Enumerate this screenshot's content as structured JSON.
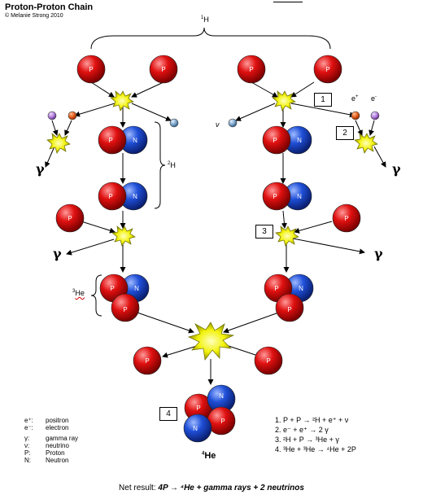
{
  "header": {
    "title": "Proton-Proton Chain",
    "copyright": "© Melanie Strong 2010"
  },
  "labels": {
    "h1": "H",
    "h1_mass": "1",
    "h2": "H",
    "h2_mass": "2",
    "he3": "He",
    "he3_mass": "3",
    "he4": "He",
    "he4_mass": "4",
    "gamma": "γ",
    "positron": "e",
    "positron_sign": "+",
    "electron": "e",
    "electron_sign": "-",
    "neutrino": "ν"
  },
  "particles": {
    "proton": "P",
    "neutron": "N"
  },
  "steps": [
    "1",
    "2",
    "3",
    "4"
  ],
  "legend": [
    {
      "key": "e⁺:",
      "value": "positron"
    },
    {
      "key": "e⁻:",
      "value": "electron"
    },
    {
      "key": "γ:",
      "value": "gamma ray"
    },
    {
      "key": "ν:",
      "value": "neutrino"
    },
    {
      "key": "P:",
      "value": "Proton"
    },
    {
      "key": "N:",
      "value": "Neutron"
    }
  ],
  "equations": [
    "1.  P + P → ²H + e⁺ + ν",
    "2.  e⁻ + e⁺ → 2 γ",
    "3.  ²H + P → ³He + γ",
    "4.  ³He + ³He → ⁴He + 2P"
  ],
  "net_result": {
    "prefix": "Net result:",
    "text": "4P → ⁴He + gamma rays + 2 neutrinos"
  },
  "colors": {
    "proton": "#e01010",
    "neutron": "#1f4fd8",
    "flash": "#f2f20a",
    "positron": "#e2591a",
    "electron_small": "#b07ad8",
    "neutrino": "#7aa3c8"
  }
}
